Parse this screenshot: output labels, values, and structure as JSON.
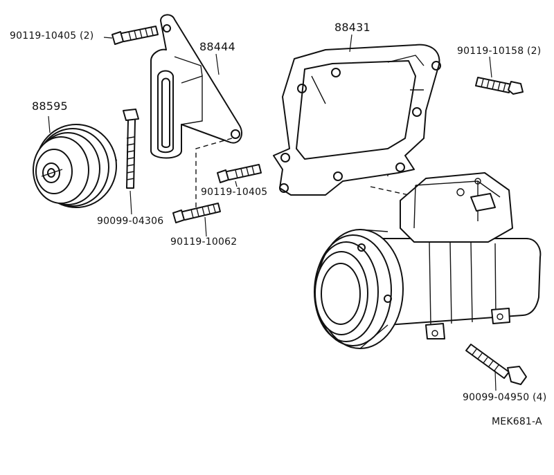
{
  "labels": {
    "bolt_top_left": "90119-10405 (2)",
    "bracket": "88444",
    "mount_bracket": "88431",
    "bolt_top_right": "90119-10158 (2)",
    "pulley": "88595",
    "long_bolt": "90099-04306",
    "bolt_mid": "90119-10405",
    "bolt_lower": "90119-10062",
    "bolt_bottom_right": "90099-04950 (4)",
    "diagram_code": "MEK681-A"
  }
}
